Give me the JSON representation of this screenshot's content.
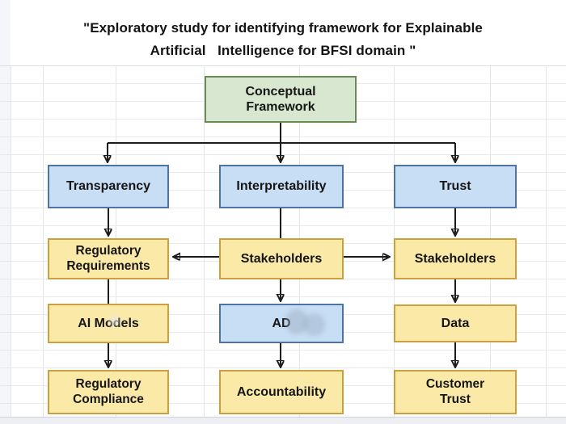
{
  "title": {
    "line1": "\"Exploratory study for identifying framework for Explainable",
    "line2": "Artificial   Intelligence for BFSI domain \""
  },
  "diagram": {
    "nodes": {
      "conceptual": {
        "label": "Conceptual\nFramework",
        "color": "green"
      },
      "transparency": {
        "label": "Transparency",
        "color": "blue"
      },
      "interpretability": {
        "label": "Interpretability",
        "color": "blue"
      },
      "trust": {
        "label": "Trust",
        "color": "blue"
      },
      "regulatory_requirements": {
        "label": "Regulatory\nRequirements",
        "color": "yellow"
      },
      "stakeholders_mid": {
        "label": "Stakeholders",
        "color": "yellow"
      },
      "stakeholders_right": {
        "label": "Stakeholders",
        "color": "yellow"
      },
      "ai_models": {
        "label": "AI Models",
        "color": "yellow"
      },
      "ad": {
        "label": "AD",
        "color": "blue"
      },
      "data": {
        "label": "Data",
        "color": "yellow"
      },
      "regulatory_compliance": {
        "label": "Regulatory\nCompliance",
        "color": "yellow"
      },
      "accountability": {
        "label": "Accountability",
        "color": "yellow"
      },
      "customer_trust": {
        "label": "Customer\nTrust",
        "color": "yellow"
      }
    },
    "edges": [
      {
        "from": "conceptual",
        "to": "transparency",
        "arrow": true
      },
      {
        "from": "conceptual",
        "to": "interpretability",
        "arrow": true
      },
      {
        "from": "conceptual",
        "to": "trust",
        "arrow": true
      },
      {
        "from": "transparency",
        "to": "regulatory_requirements",
        "arrow": true
      },
      {
        "from": "interpretability",
        "to": "stakeholders_mid",
        "arrow": false
      },
      {
        "from": "trust",
        "to": "stakeholders_right",
        "arrow": true
      },
      {
        "from": "stakeholders_mid",
        "to": "regulatory_requirements",
        "arrow": true
      },
      {
        "from": "stakeholders_mid",
        "to": "stakeholders_right",
        "arrow": true
      },
      {
        "from": "regulatory_requirements",
        "to": "ai_models",
        "arrow": false
      },
      {
        "from": "stakeholders_mid",
        "to": "ad",
        "arrow": true
      },
      {
        "from": "stakeholders_right",
        "to": "data",
        "arrow": true
      },
      {
        "from": "ai_models",
        "to": "regulatory_compliance",
        "arrow": true
      },
      {
        "from": "ad",
        "to": "accountability",
        "arrow": true
      },
      {
        "from": "data",
        "to": "customer_trust",
        "arrow": true
      }
    ],
    "colors": {
      "green_fill": "#d8e7cf",
      "green_border": "#6a8a56",
      "blue_fill": "#c8def4",
      "blue_border": "#4e74a4",
      "yellow_fill": "#fbeaa7",
      "yellow_border": "#cc9f3f",
      "line": "#1c1c1c",
      "grid_line": "#e8eaee",
      "background": "#ffffff"
    }
  }
}
